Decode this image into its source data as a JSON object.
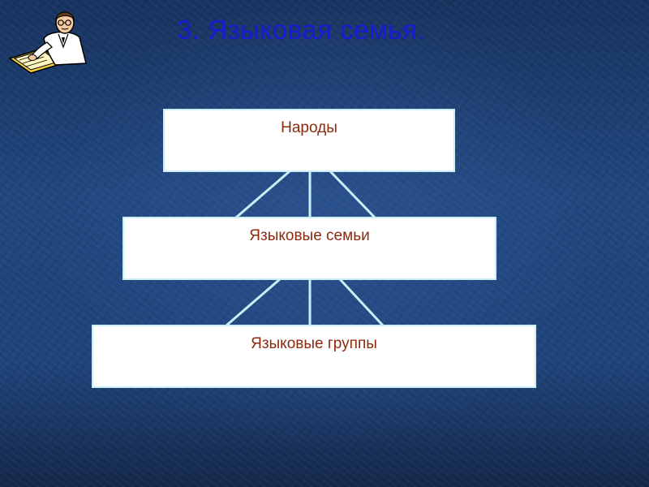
{
  "slide": {
    "title": "3. Языковая семья."
  },
  "hierarchy": {
    "levels": [
      {
        "label": "Народы"
      },
      {
        "label": "Языковые семьи"
      },
      {
        "label": "Языковые группы"
      }
    ]
  },
  "icons": {
    "clipart": "scientist-writing-icon"
  },
  "colors": {
    "background": "#1d3f78",
    "title": "#1a1ad6",
    "box_text": "#8b2a0e",
    "box_border": "#c9eef6",
    "connector": "#c9eef6"
  }
}
